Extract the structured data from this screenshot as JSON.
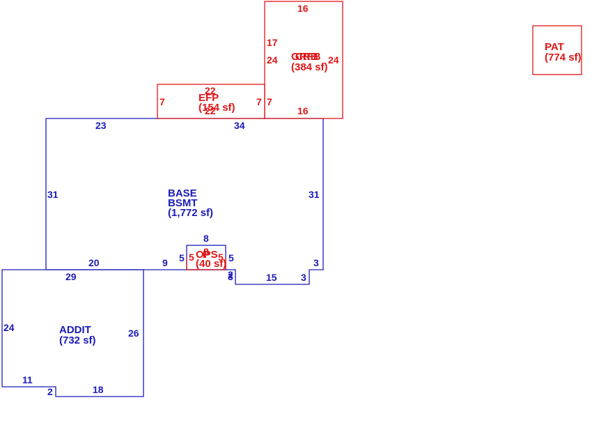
{
  "colors": {
    "blue": "#1a1ab8",
    "red": "#e01616"
  },
  "areas": {
    "base": {
      "name1": "BASE",
      "name2": "BSMT",
      "area": "(1,772 sf)"
    },
    "addit": {
      "name": "ADDIT",
      "area": "(732 sf)"
    },
    "efp": {
      "name": "EFP",
      "area": "(154 sf)"
    },
    "grfb": {
      "name1": "GRFB",
      "name2": "CRB",
      "area": "(384 sf)"
    },
    "pat": {
      "name": "PAT",
      "area": "(774 sf)"
    },
    "ops": {
      "name1": "OPS",
      "name2": "P",
      "area": "(40 sf)"
    }
  },
  "dims": {
    "base_top_left": "23",
    "base_top_right": "34",
    "base_left": "31",
    "base_right": "31",
    "base_bottom_left": "20",
    "base_bottom_mid": "9",
    "base_step_right": "3",
    "base_notch_bottom": "15",
    "base_notch_right": "3",
    "base_notch_left": "3",
    "base_notch_left2": "2",
    "ops_top": "8",
    "ops_left": "5",
    "ops_right": "5",
    "ops_inner_left": "5",
    "ops_inner_right": "5",
    "ops_inner_top": "8",
    "addit_top": "29",
    "addit_left": "24",
    "addit_right": "26",
    "addit_bottom_left": "11",
    "addit_bottom_right": "18",
    "addit_step": "2",
    "efp_top": "22",
    "efp_bottom": "22",
    "efp_left": "7",
    "efp_right": "7",
    "grfb_top": "16",
    "grfb_bottom": "16",
    "grfb_left": "24",
    "grfb_left_upper": "17",
    "grfb_right": "24",
    "grfb_left_side": "7"
  }
}
